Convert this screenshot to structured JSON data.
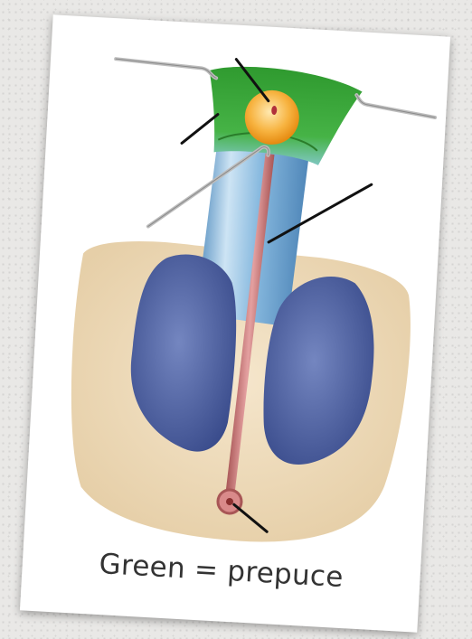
{
  "caption": "Green = prepuce",
  "colors": {
    "prepuce": "#3aa83a",
    "glans": "#f4a020",
    "shaft": "#7fb2d8",
    "urethra": "#c77474",
    "testes": "#4a5d9e",
    "skin": "#ecd7b5",
    "hooks": "#bfbfbf",
    "leader_lines": "#111111"
  },
  "diagram": {
    "parts": [
      "prepuce",
      "glans",
      "shaft",
      "urethra",
      "testes",
      "skin",
      "retractor-hooks"
    ],
    "leader_lines": 4,
    "leader_labels": []
  }
}
